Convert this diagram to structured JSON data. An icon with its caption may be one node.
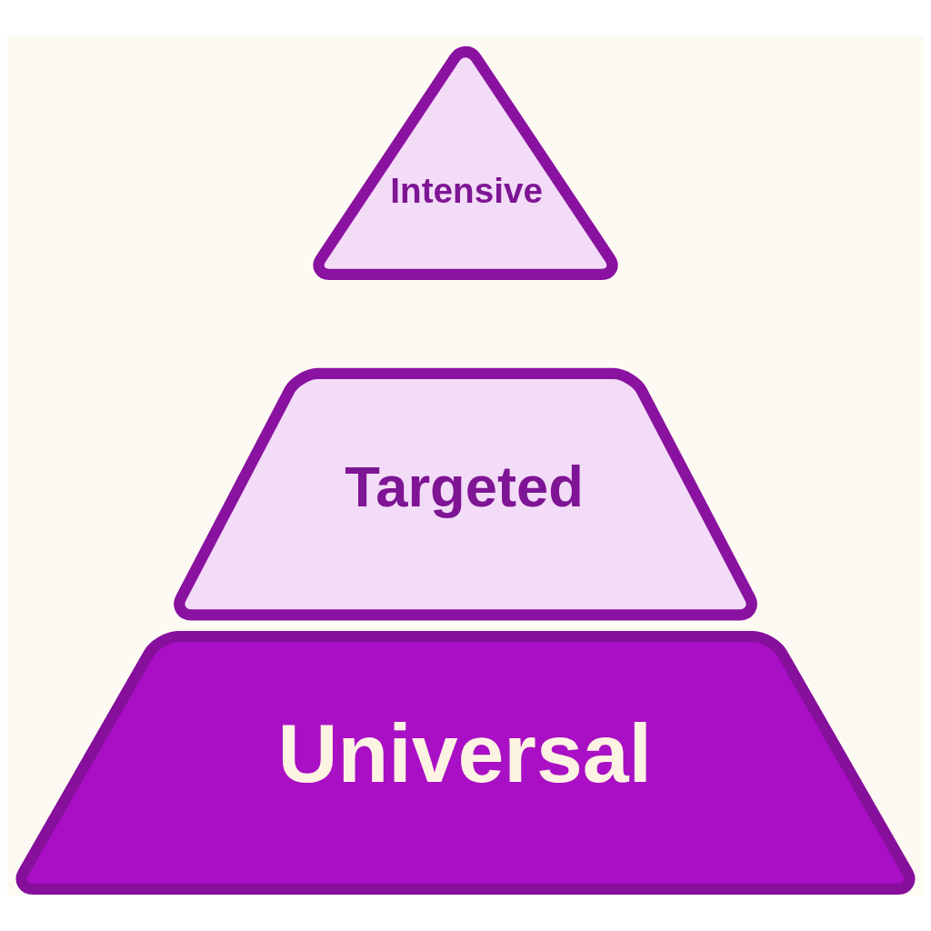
{
  "diagram": {
    "nodes": [
      {
        "text": [
          "Intensive"
        ]
      },
      {
        "text": [
          "Targeted"
        ]
      },
      {
        "text": [
          "Universal"
        ]
      }
    ]
  }
}
